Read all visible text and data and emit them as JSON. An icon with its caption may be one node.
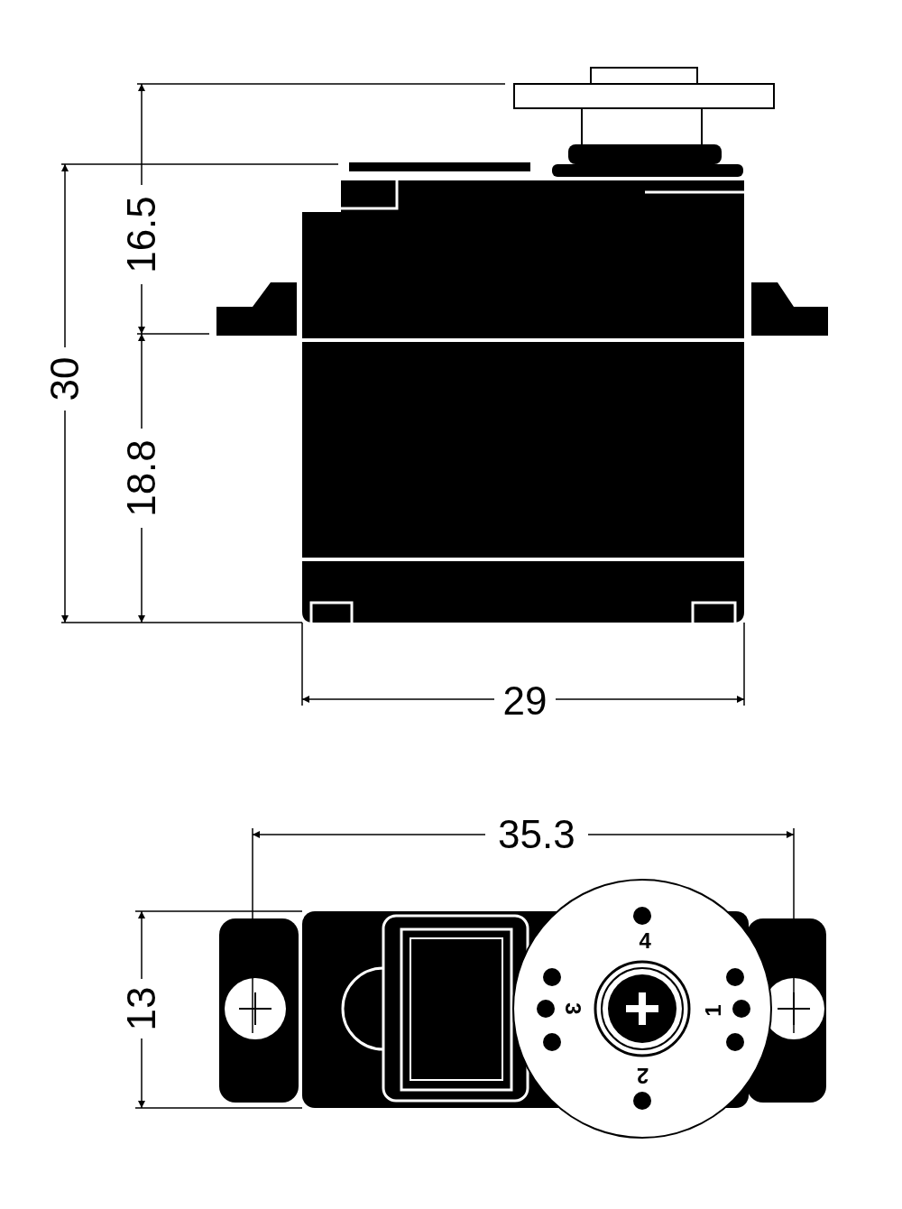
{
  "diagram": {
    "labels": [
      "16.5",
      "30",
      "18.8",
      "29",
      "35.3",
      "4",
      "13",
      "3",
      "1",
      "2"
    ]
  }
}
